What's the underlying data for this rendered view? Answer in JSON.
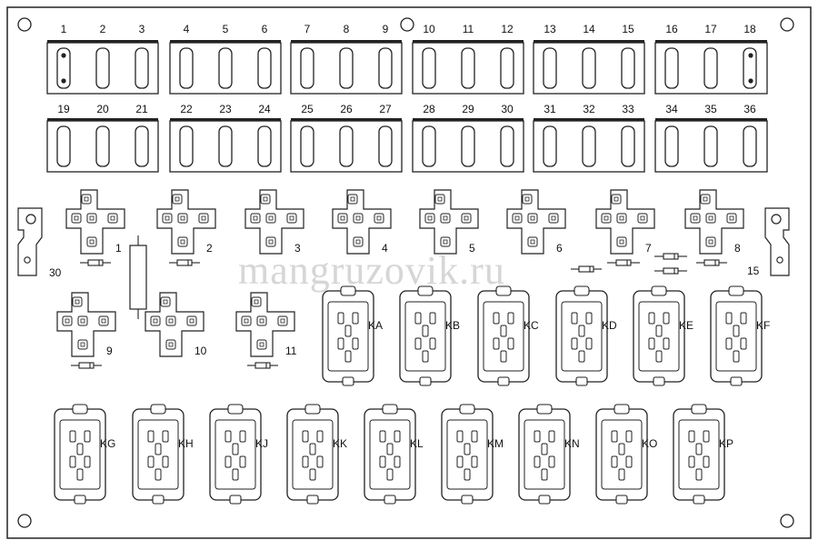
{
  "fuse_numbers_top": [
    "1",
    "2",
    "3",
    "4",
    "5",
    "6",
    "7",
    "8",
    "9",
    "10",
    "11",
    "12",
    "13",
    "14",
    "15",
    "16",
    "17",
    "18"
  ],
  "fuse_numbers_bottom": [
    "19",
    "20",
    "21",
    "22",
    "23",
    "24",
    "25",
    "26",
    "27",
    "28",
    "29",
    "30",
    "31",
    "32",
    "33",
    "34",
    "35",
    "36"
  ],
  "relays_row1": [
    "1",
    "2",
    "3",
    "4",
    "5",
    "6",
    "7",
    "8"
  ],
  "relays_row2": [
    "9",
    "10",
    "11"
  ],
  "connectors_row1": [
    "KA",
    "KB",
    "KC",
    "KD",
    "KE",
    "KF"
  ],
  "connectors_row2": [
    "KG",
    "KH",
    "KJ",
    "KK",
    "KL",
    "KM",
    "KN",
    "KO",
    "KP"
  ],
  "terminal_left": "30",
  "terminal_right": "15",
  "watermark": "mangruzovik.ru",
  "colors": {
    "line": "#222222",
    "paper": "#ffffff",
    "watermark": "#c9c9c9"
  }
}
